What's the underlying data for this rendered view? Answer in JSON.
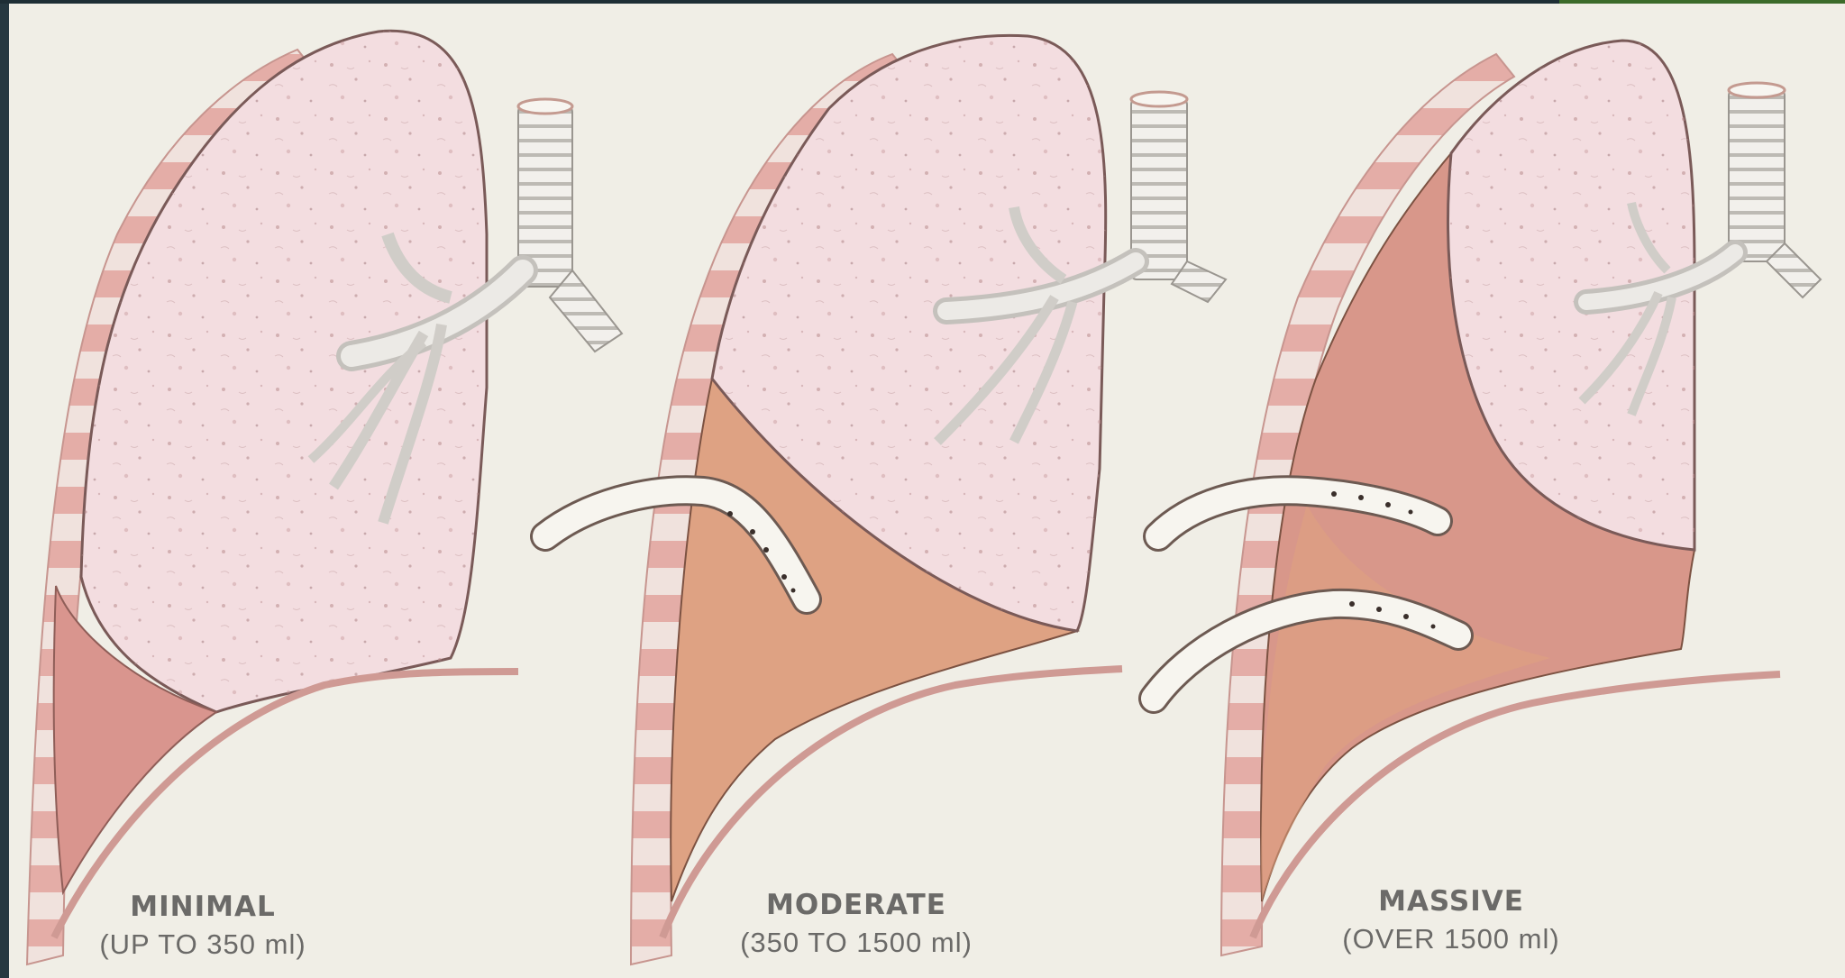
{
  "illustration": {
    "panels": [
      {
        "id": "minimal",
        "title": "MINIMAL",
        "volume": "(UP TO 350 ml)",
        "fluid_level": 0.2,
        "fluid_color": "#d9958e"
      },
      {
        "id": "moderate",
        "title": "MODERATE",
        "volume": "(350 TO 1500 ml)",
        "fluid_level": 0.55,
        "fluid_color": "#dea283"
      },
      {
        "id": "massive",
        "title": "MASSIVE",
        "volume": "(OVER 1500 ml)",
        "fluid_level": 0.85,
        "fluid_color": "#d8978a"
      }
    ],
    "colors": {
      "paper": "#f0eee6",
      "lung_tissue": "#f3dde0",
      "lung_outline": "#7a5a58",
      "rib_band": "#e8b9b3",
      "airway": "#e6e4e0",
      "frame": "#263840",
      "accent_green": "#3c6b2a"
    }
  }
}
